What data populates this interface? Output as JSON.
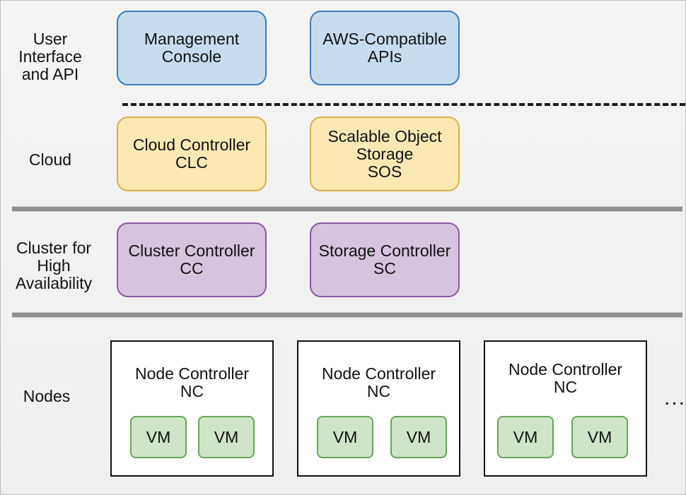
{
  "layers": [
    {
      "label_lines": [
        "User",
        "Interface",
        "and API"
      ]
    },
    {
      "label_lines": [
        "Cloud"
      ]
    },
    {
      "label_lines": [
        "Cluster for",
        "High",
        "Availability"
      ]
    },
    {
      "label_lines": [
        "Nodes"
      ]
    }
  ],
  "components": {
    "management_console": [
      "Management",
      "Console"
    ],
    "aws_apis": [
      "AWS-Compatible",
      "APIs"
    ],
    "cloud_controller": [
      "Cloud Controller",
      "CLC"
    ],
    "sos": [
      "Scalable Object",
      "Storage",
      "SOS"
    ],
    "cluster_controller": [
      "Cluster Controller",
      "CC"
    ],
    "storage_controller": [
      "Storage Controller",
      "SC"
    ]
  },
  "nodes": [
    {
      "title": [
        "Node Controller",
        "NC"
      ],
      "vms": [
        "VM",
        "VM"
      ]
    },
    {
      "title": [
        "Node Controller",
        "NC"
      ],
      "vms": [
        "VM",
        "VM"
      ]
    },
    {
      "title": [
        "Node Controller",
        "NC"
      ],
      "vms": [
        "VM",
        "VM"
      ]
    }
  ],
  "ellipsis": "...",
  "colors": {
    "ui_fill": "#c8dcee",
    "ui_border": "#3b7cc0",
    "cloud_fill": "#fbe8b3",
    "cloud_border": "#d8b04b",
    "cluster_fill": "#d6c3dd",
    "cluster_border": "#8e58a1",
    "vm_fill": "#cfe4c8",
    "vm_border": "#6aa35c"
  }
}
